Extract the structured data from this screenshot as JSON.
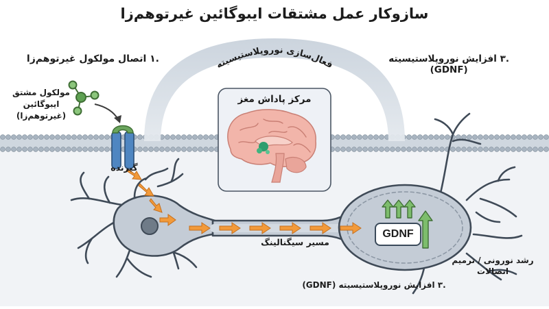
{
  "title": "سازوکار عمل مشتقات ایبوگائین غیرتوهم‌زا",
  "arc_label": "فعال‌سازی نوروپلاستیسیته",
  "step1_label": ".۱ اتصال مولکول غیرتوهم‌زا",
  "step3_top": {
    "line1": ".۳ افزایش نوروپلاستیسیته",
    "line2": "(GDNF)"
  },
  "molecule_label": "مولکول مشتق ایبوگائین (غیرتوهم‌زا)",
  "receptor_label": "گیرنده",
  "brain_label": "مرکز پاداش مغز",
  "signaling_label": "مسیر سیگنالینگ",
  "gdnf_label": "GDNF",
  "growth_label": "رشد نورونی / ترمیم اتصالات",
  "step3_bottom": ".۳ افزایش نوروپلاستیسیته (GDNF)",
  "colors": {
    "membrane": "#aab6c2",
    "cytoplasm": "#eef1f4",
    "neuron": "#c4ccd6",
    "neuron_outline": "#3f4a57",
    "arc": "#c7d0da",
    "molecule": "#77b86b",
    "receptor": "#4f86c1",
    "receptor_cap": "#5d9d55",
    "arrow": "#f29a3a",
    "up_arrow": "#6fb25f",
    "brain": "#f0b3a8",
    "brain_box": "#eef1f6"
  }
}
